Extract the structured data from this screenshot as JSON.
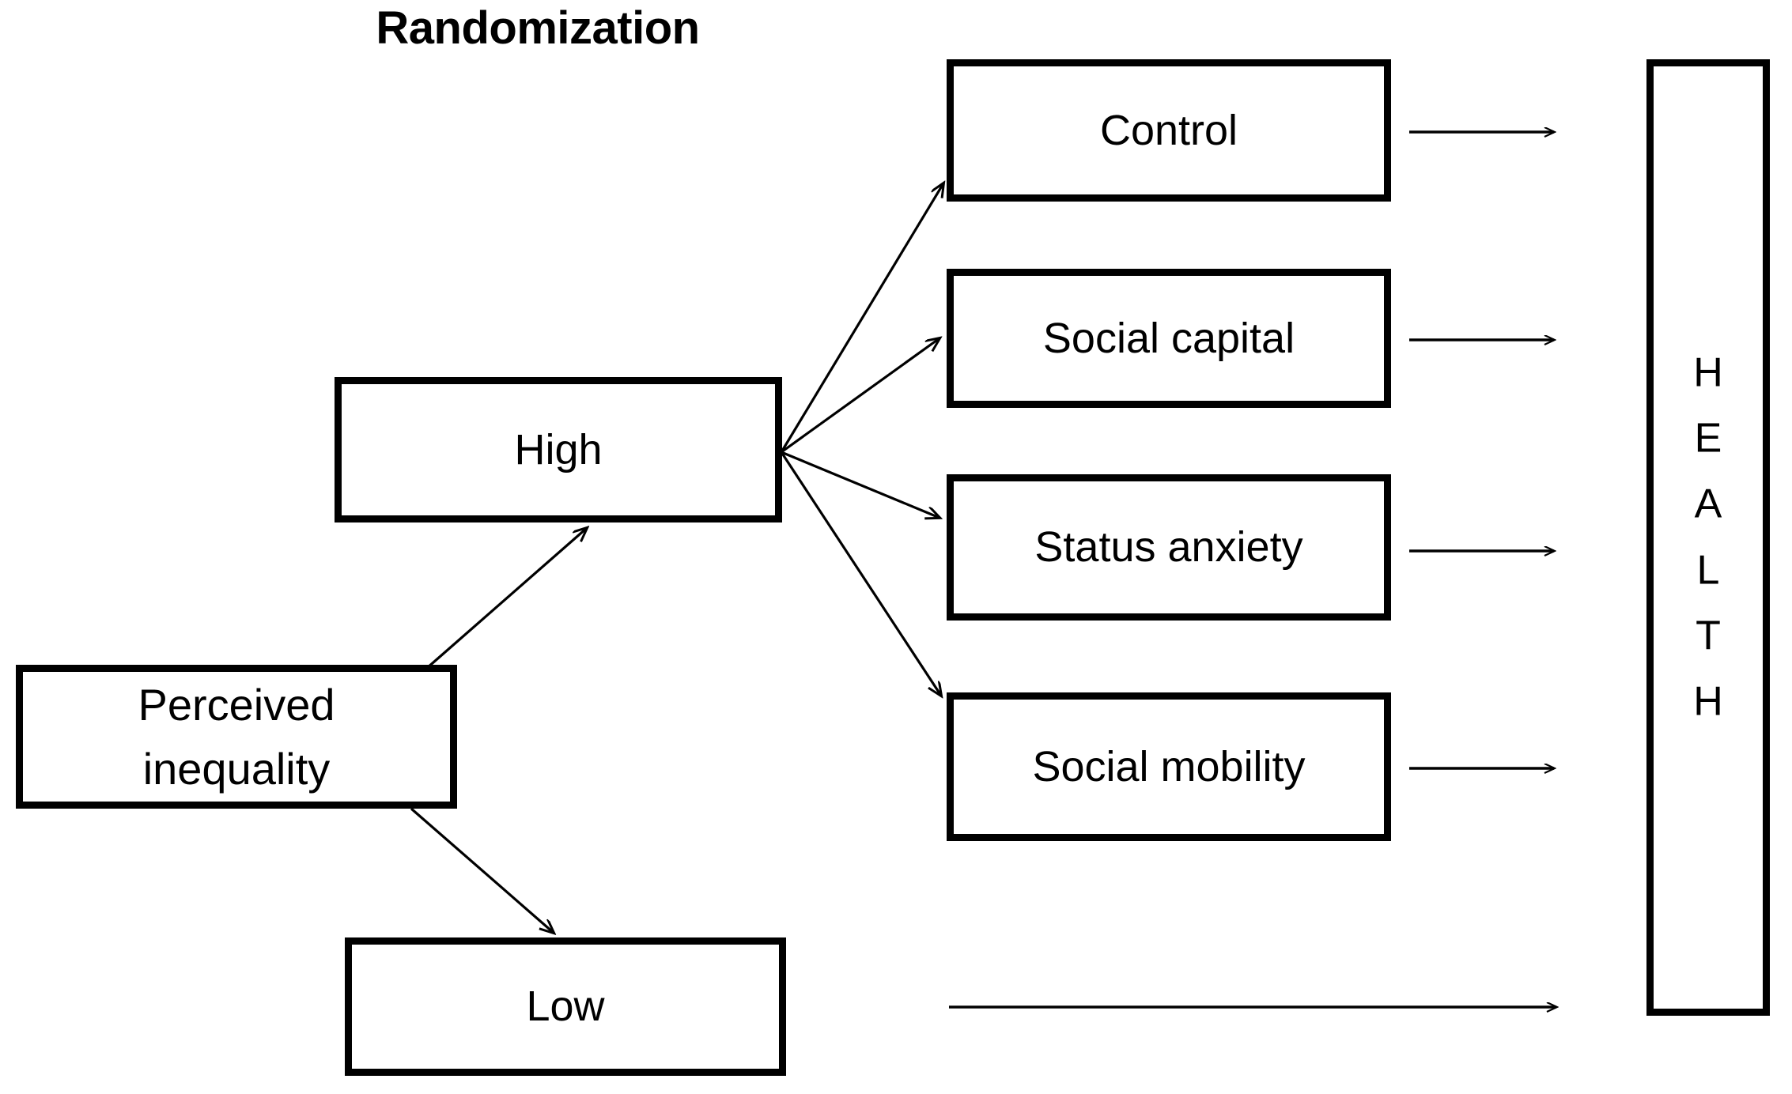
{
  "diagram": {
    "title": "Randomization",
    "background": "#ffffff",
    "line_color": "#000000",
    "nodes": {
      "perceived_inequality": "Perceived\ninequality",
      "high": "High",
      "low": "Low",
      "control": "Control",
      "social_capital": "Social capital",
      "status_anxiety": "Status anxiety",
      "social_mobility": "Social mobility",
      "health_letters": [
        "H",
        "E",
        "A",
        "L",
        "T",
        "H"
      ]
    },
    "edges": [
      {
        "from": "perceived_inequality",
        "to": "high",
        "style": "arrow"
      },
      {
        "from": "perceived_inequality",
        "to": "low",
        "style": "arrow"
      },
      {
        "from": "high",
        "to": "control",
        "style": "arrow"
      },
      {
        "from": "high",
        "to": "social_capital",
        "style": "arrow"
      },
      {
        "from": "high",
        "to": "status_anxiety",
        "style": "arrow"
      },
      {
        "from": "high",
        "to": "social_mobility",
        "style": "arrow"
      },
      {
        "from": "control",
        "to": "health",
        "style": "arrow"
      },
      {
        "from": "social_capital",
        "to": "health",
        "style": "arrow"
      },
      {
        "from": "status_anxiety",
        "to": "health",
        "style": "arrow"
      },
      {
        "from": "social_mobility",
        "to": "health",
        "style": "arrow"
      },
      {
        "from": "low",
        "to": "health",
        "style": "arrow"
      }
    ]
  }
}
